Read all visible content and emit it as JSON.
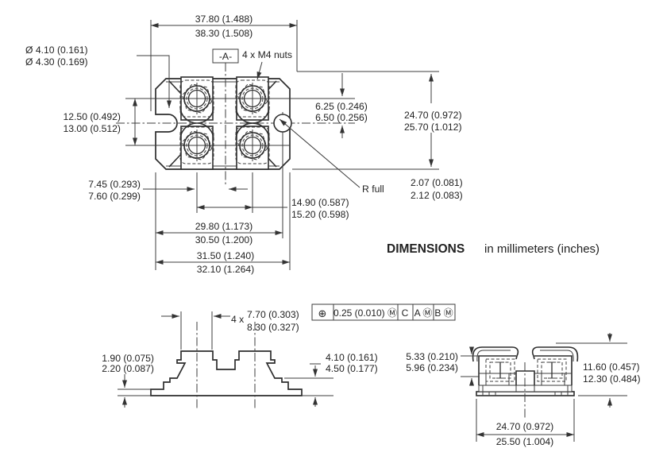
{
  "drawing": {
    "colors": {
      "line": "#2d2d2d",
      "thin_line": "#3c3c3c",
      "text": "#222222",
      "background": "#ffffff"
    },
    "note": {
      "bold": "DIMENSIONS",
      "rest": " in millimeters (inches)"
    },
    "top_view": {
      "width_overall": [
        "37.80 (1.488)",
        "38.30 (1.508)"
      ],
      "hole_dia": [
        "Ø 4.10 (0.161)",
        "Ø 4.30 (0.169)"
      ],
      "row_pitch": [
        "12.50 (0.492)",
        "13.00 (0.512)"
      ],
      "datum_a": "-A-",
      "nuts_note": "4 x M4 nuts",
      "row_offset": [
        "6.25 (0.246)",
        "6.50 (0.256)"
      ],
      "body_height": [
        "24.70 (0.972)",
        "25.70 (1.012)"
      ],
      "edge_to_col": [
        "7.45 (0.293)",
        "7.60 (0.299)"
      ],
      "col_pitch": [
        "14.90 (0.587)",
        "15.20 (0.598)"
      ],
      "radius_note": "R full",
      "slot_radius": [
        "2.07 (0.081)",
        "2.12 (0.083)"
      ],
      "edge_to_hole": [
        "29.80 (1.173)",
        "30.50 (1.200)"
      ],
      "body_width": [
        "31.50 (1.240)",
        "32.10 (1.264)"
      ]
    },
    "front_view": {
      "flange_thickness": [
        "1.90 (0.075)",
        "2.20 (0.087)"
      ],
      "terminal_count_prefix": "4 x",
      "terminal_width": [
        "7.70 (0.303)",
        "8.30 (0.327)"
      ],
      "step_height": [
        "4.10 (0.161)",
        "4.50 (0.177)"
      ]
    },
    "side_view": {
      "clip_height": [
        "5.33 (0.210)",
        "5.96 (0.234)"
      ],
      "overall_height": [
        "11.60 (0.457)",
        "12.30 (0.484)"
      ],
      "body_depth": [
        "24.70 (0.972)",
        "25.50 (1.004)"
      ]
    },
    "tolerance_frame": {
      "position_symbol": "⊕",
      "tolerance": "0.25 (0.010) Ⓜ",
      "datum_c": "C",
      "datum_a": "A Ⓜ",
      "datum_b": "B Ⓜ"
    }
  }
}
